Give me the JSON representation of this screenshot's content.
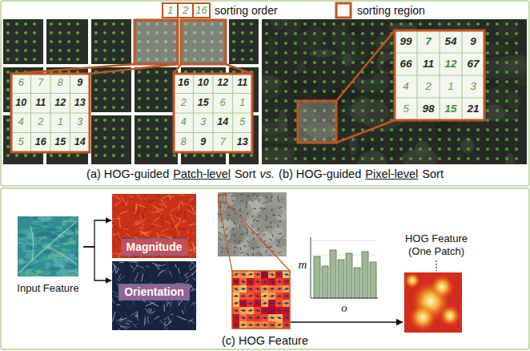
{
  "diagram": {
    "nodes": [
      {
        "text": [
          "Input Feature"
        ]
      },
      {
        "text": [
          "Magnitude"
        ]
      },
      {
        "text": [
          "Orientation"
        ]
      },
      {
        "text": [
          "HOG Feature (One Patch)"
        ]
      }
    ],
    "edges": [
      {
        "from": 0,
        "to": 1,
        "arrow": "to"
      },
      {
        "from": 0,
        "to": 2,
        "arrow": "to"
      }
    ],
    "labels": [
      "1",
      "2",
      "16",
      "6",
      "7",
      "8",
      "9",
      "10",
      "11",
      "12",
      "13",
      "4",
      "2",
      "1",
      "3",
      "5",
      "16",
      "15",
      "14",
      "16",
      "10",
      "12",
      "11",
      "2",
      "15",
      "6",
      "1",
      "4",
      "3",
      "14",
      "5",
      "8",
      "9",
      "7",
      "13",
      "99",
      "7",
      "54",
      "9",
      "66",
      "11",
      "12",
      "67",
      "4",
      "2",
      "1",
      "3",
      "5",
      "98",
      "15",
      "21",
      "(a) HOG-guided",
      "Patch-level",
      "Sort",
      "vs.",
      "(b) HOG-guided",
      "Pixel-level",
      "Sort",
      "m",
      "o",
      "(c) HOG Feature"
    ],
    "legend": [
      {
        "text": "sorting order"
      },
      {
        "text": "sorting region"
      }
    ]
  }
}
